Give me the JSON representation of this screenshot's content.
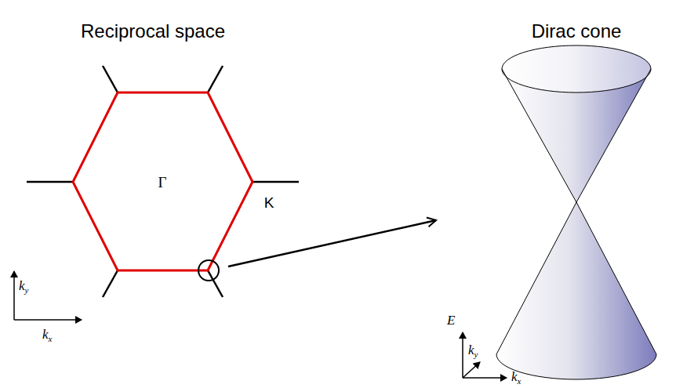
{
  "diagram": {
    "labels": [
      "Reciprocal space",
      "Dirac cone",
      "Γ",
      "K",
      "ky",
      "kx",
      "E",
      "ky",
      "kx"
    ]
  }
}
